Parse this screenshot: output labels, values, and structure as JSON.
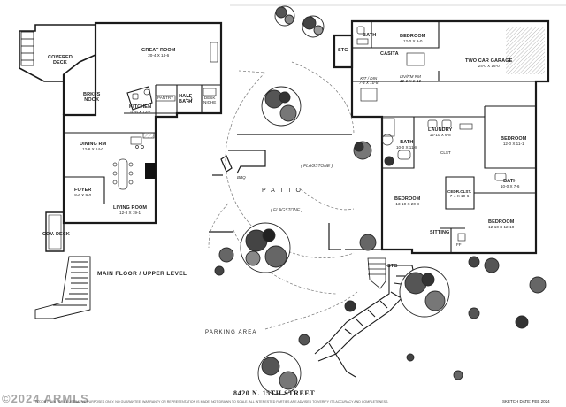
{
  "rooms": {
    "covered_deck": "COVERED\nDECK",
    "great_room": {
      "name": "GREAT ROOM",
      "dim": "20-4 X 14-6"
    },
    "brkfs_nook": "BRKFS\nNOOK",
    "kitchen": {
      "name": "KITCHEN",
      "dim": "10-6 X 13-2"
    },
    "pantry": "PANTRY",
    "half_bath": "HALF\nBATH",
    "desk_niche": "DESK\nNICHE",
    "dining": {
      "name": "DINING RM",
      "dim": "12-6 X 14-0"
    },
    "foyer": {
      "name": "FOYER",
      "dim": "8-6 X 9-0"
    },
    "cov_deck": "COV. DECK",
    "living": {
      "name": "LIVING ROOM",
      "dim": "12-8 X 19-1"
    },
    "bath_top": "BATH",
    "bedroom_top": {
      "name": "BEDROOM",
      "dim": "12-0 X 9-0"
    },
    "stg_top": "STG",
    "casita": "CASITA",
    "kit_din": {
      "name": "KIT / DIN",
      "dim": "7-4 X 10-8"
    },
    "liv_rm": {
      "name": "LIV/RM RM",
      "dim": "10-0 X 9-10"
    },
    "garage": {
      "name": "TWO CAR GARAGE",
      "dim": "24-0 X 16-0"
    },
    "laundry": {
      "name": "LAUNDRY",
      "dim": "12-10 X 6-8"
    },
    "bath_mid": {
      "name": "BATH",
      "dim": "10-0 X 11-8"
    },
    "clst": "CLST",
    "bedroom_r1": {
      "name": "BEDROOM",
      "dim": "12-0 X 11-1"
    },
    "bath_r": {
      "name": "BATH",
      "dim": "10-0 X 7-6"
    },
    "cedr_clst": {
      "name": "CEDR.CLST.",
      "dim": "7-4 X 10-6"
    },
    "bedroom_main": {
      "name": "BEDROOM",
      "dim": "13-10 X 20-8"
    },
    "bedroom_r2": {
      "name": "BEDROOM",
      "dim": "12-10 X 12-10"
    },
    "sitting": "SITTING",
    "ff": "FF",
    "stg_bottom": "STG",
    "bbq": "BBQ"
  },
  "patio": "PATIO",
  "flagstone_1": "( FLAGSTONE )",
  "flagstone_2": "( FLAGSTONE )",
  "main_floor": "MAIN FLOOR / UPPER LEVEL",
  "parking": "PARKING AREA",
  "address": "8420 N. 15TH STREET",
  "sketch_date": "SKETCH DATE:   FEB 2024",
  "disclaimer": "FLOOR PLAN FOR ILLUSTRATIVE PURPOSES ONLY. NO GUARANTEE, WARRANTY OR REPRESENTATION IS MADE. NOT DRAWN TO SCALE. ALL INTERESTED PARTIES ARE ADVISED TO VERIFY ITS ACCURACY AND COMPLETENESS.",
  "watermark": "©2024 ARMLS",
  "colors": {
    "line": "#1a1a1a",
    "tree": "#2a2a2a",
    "dashed": "#777"
  }
}
